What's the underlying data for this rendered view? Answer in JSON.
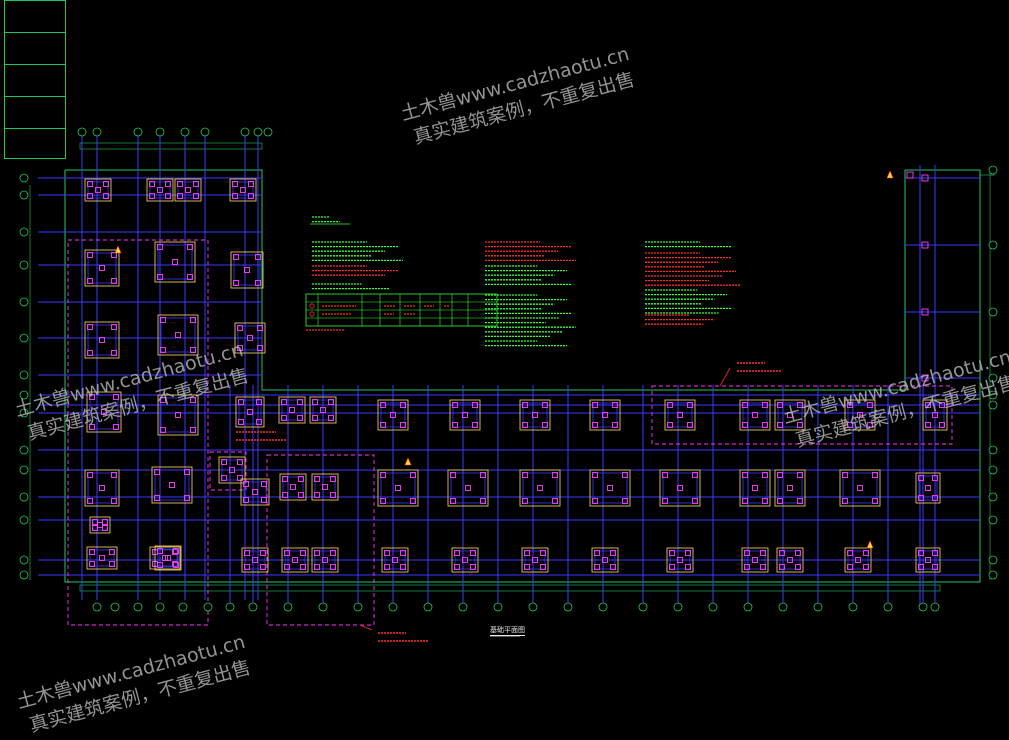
{
  "watermark": {
    "line1": "土木兽www.cadzhaotu.cn",
    "line2": "真实建筑案例，不重复出售"
  },
  "colors": {
    "background": "#000000",
    "grid_axis": "#3a3aff",
    "frame": "#22c95a",
    "footing": "#e6c85a",
    "column": "#ff40ff",
    "dashed_zone": "#ff30ff",
    "notes_green": "#33ff33",
    "notes_red": "#ff2a2a",
    "watermark": "#bdbdbd"
  },
  "icons": [
    "north-marker-icon",
    "axis-bubble-icon"
  ],
  "plan_title": "基础平面图"
}
